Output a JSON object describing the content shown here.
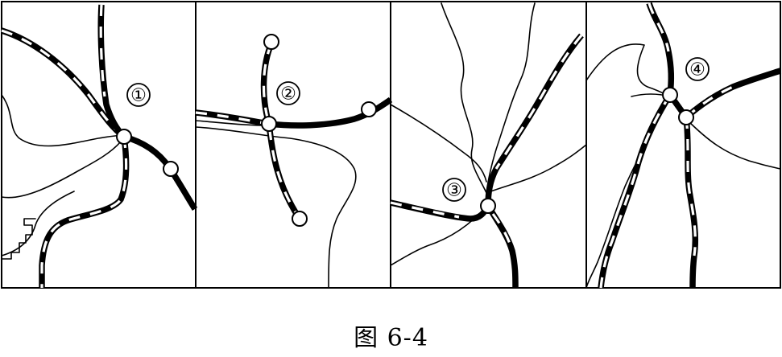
{
  "panels": [
    {
      "id": "panel-1",
      "label": "①"
    },
    {
      "id": "panel-2",
      "label": "②"
    },
    {
      "id": "panel-3",
      "label": "③"
    },
    {
      "id": "panel-4",
      "label": "④"
    }
  ],
  "caption": "图 6-4",
  "colors": {
    "ink": "#000000",
    "paper": "#ffffff"
  },
  "legend_items": {
    "railway": "railway-line-icon",
    "station": "station-circle-icon",
    "river": "river-line-icon"
  }
}
